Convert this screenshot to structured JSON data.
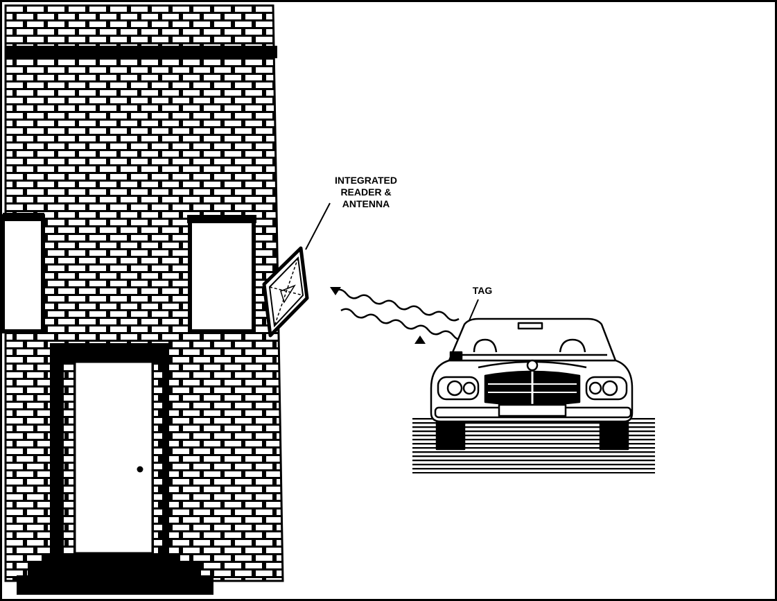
{
  "labels": {
    "reader_line1": "INTEGRATED",
    "reader_line2": "READER &",
    "reader_line3": "ANTENNA",
    "tag": "TAG"
  },
  "colors": {
    "ink": "#000000",
    "paper": "#ffffff"
  },
  "icons": [
    "brick-building",
    "reader-antenna-panel",
    "radio-wave-arrows",
    "car-front-view"
  ]
}
